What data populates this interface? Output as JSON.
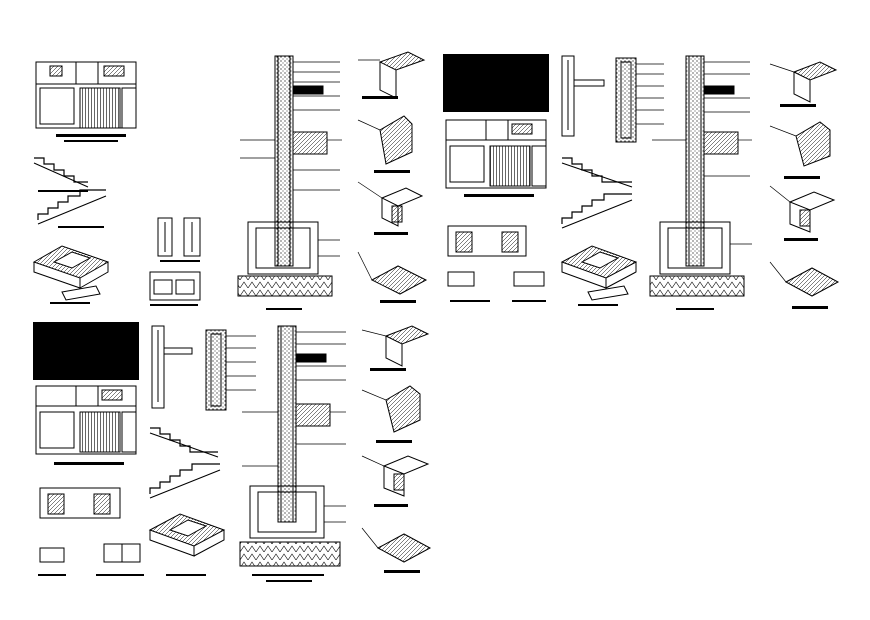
{
  "drawing": {
    "colors": {
      "line": "#000000",
      "paper": "#ffffff",
      "fill": "#000000"
    },
    "sheets": [
      {
        "id": "sheet-a",
        "label": ""
      },
      {
        "id": "sheet-b",
        "label": ""
      },
      {
        "id": "sheet-c",
        "label": ""
      }
    ]
  }
}
